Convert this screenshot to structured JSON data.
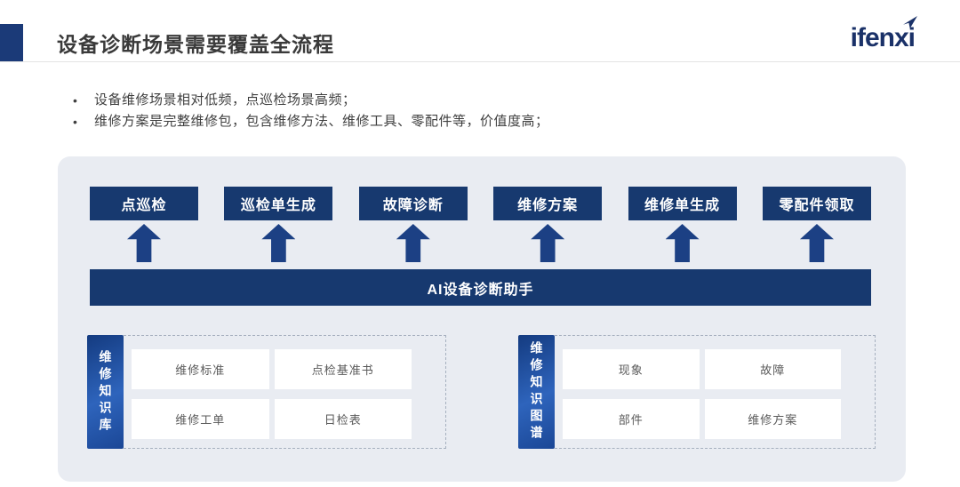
{
  "header": {
    "title": "设备诊断场景需要覆盖全流程",
    "logo_text": "ifenxi"
  },
  "bullets": {
    "marker": "•",
    "items": [
      "设备维修场景相对低频，点巡检场景高频；",
      "维修方案是完整维修包，包含维修方法、维修工具、零配件等，价值度高；"
    ]
  },
  "flow": {
    "stages": [
      "点巡检",
      "巡检单生成",
      "故障诊断",
      "维修方案",
      "维修单生成",
      "零配件领取"
    ],
    "assistant_label": "AI设备诊断助手"
  },
  "knowledge": {
    "sections": [
      {
        "label": "维修知识库",
        "items": [
          "维修标准",
          "点检基准书",
          "维修工单",
          "日检表"
        ]
      },
      {
        "label": "维修知识图谱",
        "items": [
          "现象",
          "故障",
          "部件",
          "维修方案"
        ]
      }
    ]
  },
  "colors": {
    "navy": "#17396F",
    "arrow_navy": "#1C4084",
    "panel_bg": "#E9ECF2",
    "label_gradient_start": "#143B80",
    "label_gradient_end": "#2E64BC",
    "logo_navy": "#1A3168",
    "accent_square": "#1B3A78"
  }
}
